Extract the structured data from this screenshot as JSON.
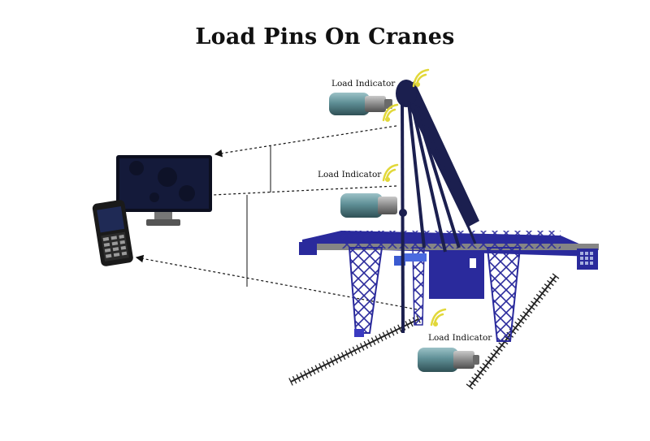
{
  "title": "Load Pins On Cranes",
  "labels": {
    "top": "Load Indicator",
    "middle": "Load Indicator",
    "bottom": "Load Indicator"
  },
  "colors": {
    "crane_blue": "#2a2a9c",
    "boom_navy": "#1b1f4f",
    "monitor_screen": "#141a3a",
    "signal_yellow": "#e2d83a",
    "pin_steel": "#5f8f96"
  }
}
